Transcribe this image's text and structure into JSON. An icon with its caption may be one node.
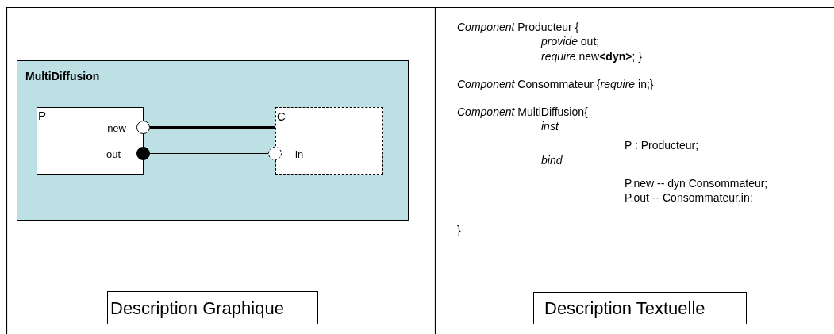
{
  "diagram": {
    "nodes": [
      {
        "text": [
          "MultiDiffusion"
        ]
      },
      {
        "text": [
          "P",
          "new",
          "out"
        ],
        "in": 0
      },
      {
        "text": [],
        "shape": "circle",
        "in": 0
      },
      {
        "text": [],
        "shape": "circle",
        "in": 0
      },
      {
        "text": [
          "C",
          "in"
        ],
        "in": 0
      },
      {
        "text": [],
        "shape": "circle",
        "in": 0
      },
      {
        "text": [
          "Description Graphique"
        ]
      },
      {
        "text": [
          "Description Textuelle"
        ]
      }
    ],
    "edges": [
      {
        "from": 2,
        "to": 4,
        "arrow": "none",
        "style": "thick"
      },
      {
        "from": 3,
        "to": 5,
        "arrow": "none"
      }
    ],
    "labels": [
      "*Component* Producteur {",
      "*provide* out;",
      "*require* new**<dyn>**; }",
      "*Component* Consommateur {*require* in;}",
      "*Component* MultiDiffusion{",
      "inst",
      "P : Producteur;",
      "bind",
      "P.new -- dyn Consommateur;",
      "P.out -- Consommateur.in;",
      "}"
    ]
  }
}
